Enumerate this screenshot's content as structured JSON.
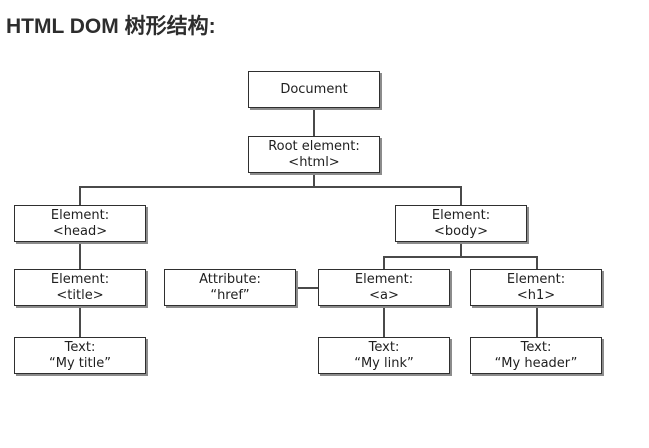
{
  "page_title": "HTML DOM 树形结构:",
  "diagram": {
    "nodes": {
      "document": {
        "label": "Document"
      },
      "root": {
        "line1": "Root element:",
        "line2": "<html>"
      },
      "head": {
        "line1": "Element:",
        "line2": "<head>"
      },
      "body": {
        "line1": "Element:",
        "line2": "<body>"
      },
      "title_el": {
        "line1": "Element:",
        "line2": "<title>"
      },
      "attr_href": {
        "line1": "Attribute:",
        "line2": "“href”"
      },
      "a_el": {
        "line1": "Element:",
        "line2": "<a>"
      },
      "h1_el": {
        "line1": "Element:",
        "line2": "<h1>"
      },
      "text_title": {
        "line1": "Text:",
        "line2": "“My title”"
      },
      "text_link": {
        "line1": "Text:",
        "line2": "“My link”"
      },
      "text_header": {
        "line1": "Text:",
        "line2": "“My header”"
      }
    },
    "colors": {
      "box_border": "#2f2f2f",
      "box_shadow": "#8c8c8c",
      "connector": "#4a4a4a",
      "box_text": "#1f1f1f",
      "title_text": "#2d2d2d",
      "background": "#ffffff"
    }
  }
}
